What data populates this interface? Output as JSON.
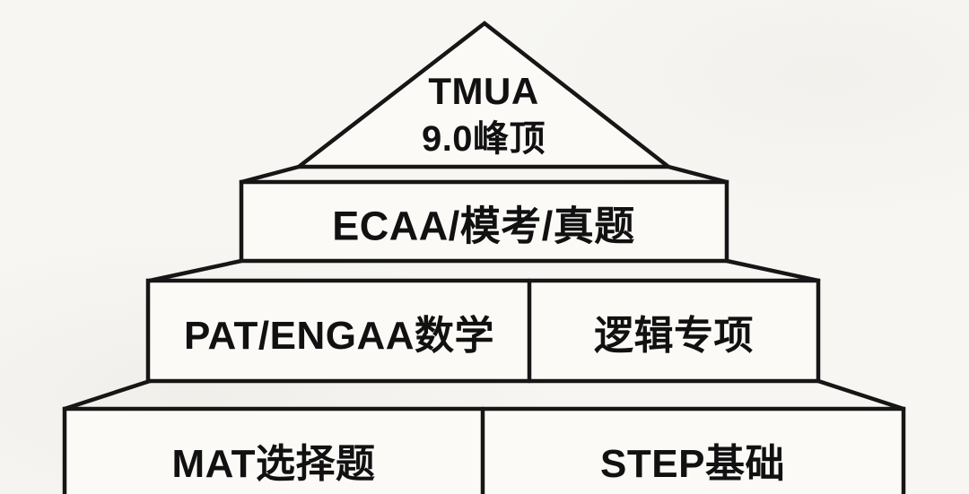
{
  "colors": {
    "background": "#f7f6f3",
    "shape_fill": "#fbfaf7",
    "line": "#161616",
    "text": "#111111"
  },
  "pyramid": {
    "tier1": {
      "line1": "TMUA",
      "line2": "9.0峰顶"
    },
    "tier2": {
      "label": "ECAA/模考/真题"
    },
    "tier3": {
      "left": "PAT/ENGAA数学",
      "right": "逻辑专项"
    },
    "tier4": {
      "left": "MAT选择题",
      "right": "STEP基础"
    }
  }
}
